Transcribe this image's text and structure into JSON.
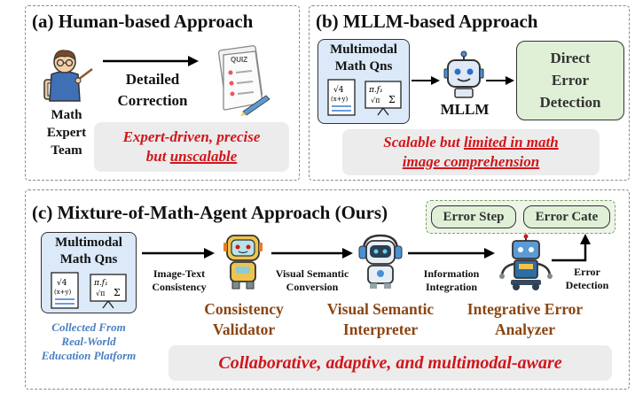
{
  "panel_a": {
    "title": "(a) Human-based Approach",
    "expert_label_1": "Math",
    "expert_label_2": "Expert",
    "expert_label_3": "Team",
    "arrow_label_1": "Detailed",
    "arrow_label_2": "Correction",
    "quiz_label": "QUIZ",
    "caption_1": "Expert-driven, precise",
    "caption_2a": "but ",
    "caption_2b": "unscalable"
  },
  "panel_b": {
    "title": "(b) MLLM-based Approach",
    "input_1": "Multimodal",
    "input_2": "Math Qns",
    "model_label": "MLLM",
    "output_1": "Direct",
    "output_2": "Error",
    "output_3": "Detection",
    "caption_1a": "Scalable but ",
    "caption_1b": "limited in math",
    "caption_2": "image comprehension"
  },
  "panel_c": {
    "title": "(c) Mixture-of-Math-Agent Approach (Ours)",
    "input_1": "Multimodal",
    "input_2": "Math Qns",
    "source_1": "Collected From",
    "source_2": "Real-World",
    "source_3": "Education Platform",
    "arrow1_1": "Image-Text",
    "arrow1_2": "Consistency",
    "agent1_1": "Consistency",
    "agent1_2": "Validator",
    "arrow2_1": "Visual Semantic",
    "arrow2_2": "Conversion",
    "agent2_1": "Visual Semantic",
    "agent2_2": "Interpreter",
    "arrow3_1": "Information",
    "arrow3_2": "Integration",
    "agent3_1": "Integrative Error",
    "agent3_2": "Analyzer",
    "out_arrow_1": "Error",
    "out_arrow_2": "Detection",
    "output_step": "Error Step",
    "output_cate": "Error Cate",
    "caption": "Collaborative, adaptive, and multimodal-aware"
  },
  "math_glyphs": {
    "sqrt_expr": "√4",
    "paren_expr": "(x+y)",
    "board_expr_1": "π.f₁",
    "board_expr_2": "√π",
    "board_sigma": "Σ"
  },
  "colors": {
    "caption_red": "#d0161b",
    "agent_brown": "#8b4513",
    "source_blue": "#4a7fc1",
    "input_fill": "#dbe9f8",
    "output_fill": "#dff0d6"
  }
}
